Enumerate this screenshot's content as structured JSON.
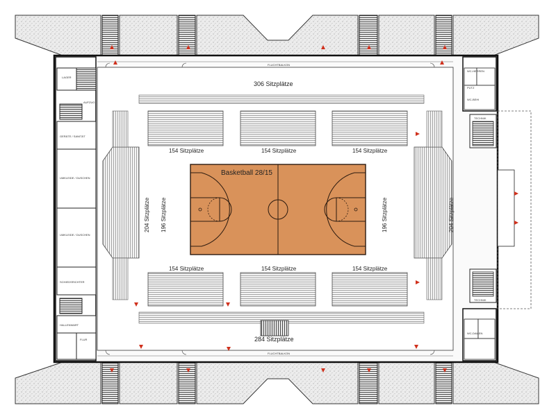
{
  "labels": {
    "court_title": "Basketball 28/15",
    "north_seats": "306 Sitzplätze",
    "south_seats": "284 Sitzplätze",
    "block_seats": "154 Sitzplätze",
    "side_seats_196": "196 Sitzplätze",
    "side_seats_204": "204 Sitzplätze",
    "corridor_north": "FLUCHTBALKON",
    "corridor_south": "FLUCHTBALKON",
    "room_lager": "LAGER",
    "room_ger": "GERÄTE / SANITÄT",
    "room_umkleide_1": "UMKLEIDE / DUSCHEN",
    "room_umkleide_2": "UMKLEIDE / DUSCHEN",
    "room_schiri": "SCHIEDSRICHTER",
    "room_halle": "HALLENWART",
    "room_aufzug": "AUFZUG",
    "room_flur": "FLUR",
    "room_wc_herren": "WC-HERREN",
    "room_wc_damen": "WC-DAMEN",
    "room_putz": "PUTZ",
    "room_wc_behi": "WC-BEHI",
    "room_tech_1": "TECHNIK",
    "room_tech_2": "TECHNIK"
  },
  "colors": {
    "court": "#d9925a",
    "court_line": "#2b1a0f",
    "wall": "#1a1a1a",
    "stipple": "#c9c9c9",
    "arrow": "#d0301c",
    "seat_line": "#555555"
  }
}
